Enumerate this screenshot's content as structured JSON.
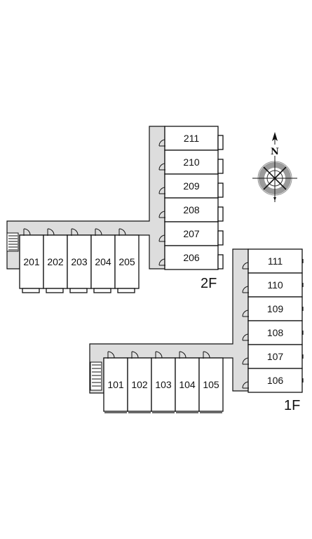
{
  "colors": {
    "corridor": "#dddddd",
    "line": "#111111",
    "background": "#ffffff",
    "compass_ring": "#9a9a9a"
  },
  "floor2": {
    "label": "2F",
    "vertical_units": [
      "211",
      "210",
      "209",
      "208",
      "207",
      "206"
    ],
    "horizontal_units": [
      "201",
      "202",
      "203",
      "204",
      "205"
    ]
  },
  "floor1": {
    "label": "1F",
    "vertical_units": [
      "111",
      "110",
      "109",
      "108",
      "107",
      "106"
    ],
    "horizontal_units": [
      "101",
      "102",
      "103",
      "104",
      "105"
    ]
  },
  "compass": {
    "north_label": "N",
    "icon": "compass-rose-icon"
  }
}
